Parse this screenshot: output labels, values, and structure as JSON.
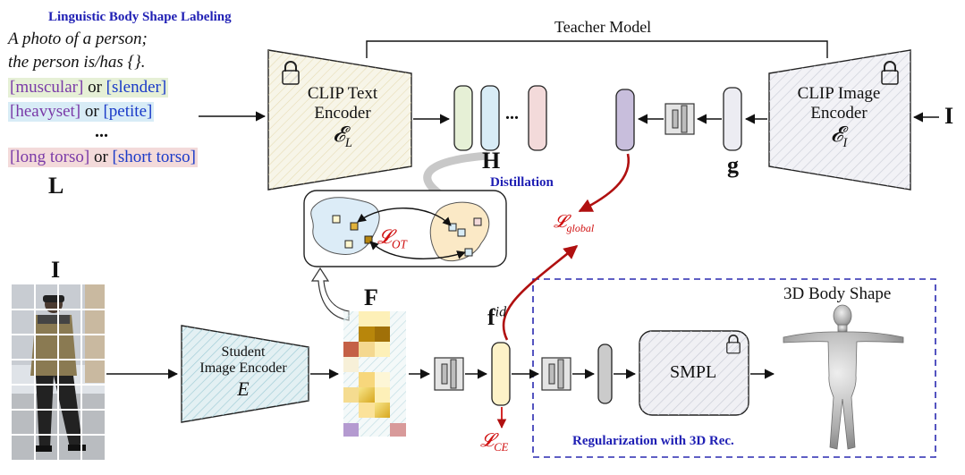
{
  "labeling": {
    "title": "Linguistic Body Shape Labeling",
    "template_line1": "A photo of a person;",
    "template_line2": "the person is/has {}.",
    "pairs": [
      {
        "a": "[muscular]",
        "sep": " or ",
        "b": "[slender]",
        "bg": "#e6f0d6"
      },
      {
        "a": "[heavyset]",
        "sep": " or ",
        "b": "[petite]",
        "bg": "#d8ecf6"
      },
      {
        "a": "[long torso]",
        "sep": " or ",
        "b": "[short torso]",
        "bg": "#f3dada"
      }
    ],
    "ellipsis": "...",
    "symbol": "L"
  },
  "teacher": {
    "label": "Teacher Model",
    "text_encoder": {
      "line1": "CLIP Text",
      "line2": "Encoder",
      "symbol": "𝓔",
      "sub": "L"
    },
    "image_encoder": {
      "line1": "CLIP Image",
      "line2": "Encoder",
      "symbol": "𝓔",
      "sub": "I"
    },
    "h_symbol": "H",
    "h_ellipsis": "...",
    "g_symbol": "g",
    "input_symbol": "I"
  },
  "distillation": {
    "label": "Distillation",
    "loss_ot": {
      "symbol": "𝓛",
      "sub": "OT"
    },
    "loss_global": {
      "symbol": "𝓛",
      "sub": "global"
    }
  },
  "student": {
    "input_symbol": "I",
    "encoder": {
      "line1": "Student",
      "line2": "Image Encoder",
      "symbol": "E"
    },
    "f_symbol": "F",
    "fid": {
      "symbol": "f",
      "sup": "id"
    },
    "loss_ce": {
      "symbol": "𝓛",
      "sub": "CE"
    }
  },
  "regularization": {
    "label": "Regularization with 3D Rec.",
    "smpl": "SMPL",
    "shape_label": "3D Body Shape"
  },
  "colors": {
    "accent_blue": "#1f1fb4",
    "loss_red": "#d01010",
    "text_encoder_fill": "#f7f5e8",
    "image_encoder_fill": "#f2f2f6",
    "student_encoder_fill": "#e3f0f3",
    "h_green": "#e6f0d6",
    "h_blue": "#d8ecf6",
    "h_pink": "#f3dada",
    "g_gray": "#ececf2",
    "purple_vec": "#c8bedc",
    "fid_yellow": "#fdf2c8"
  }
}
